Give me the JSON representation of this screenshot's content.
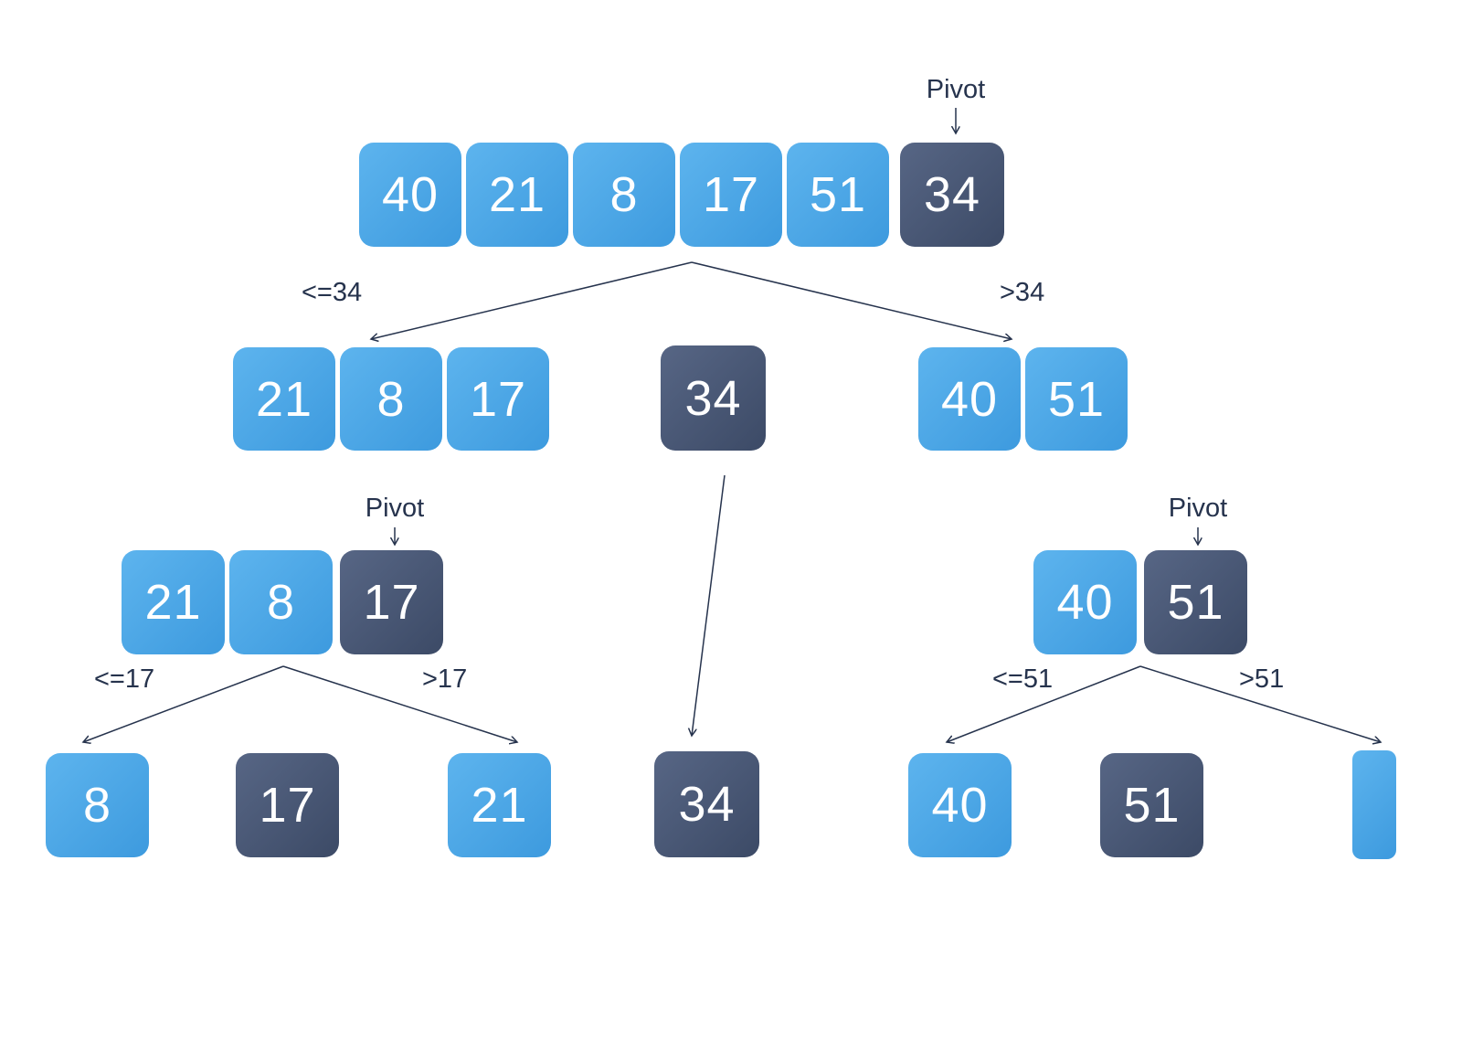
{
  "diagram": {
    "labels": {
      "pivot1": "Pivot",
      "pivot2": "Pivot",
      "pivot3": "Pivot",
      "branch_le34": "<=34",
      "branch_gt34": ">34",
      "branch_le17": "<=17",
      "branch_gt17": ">17",
      "branch_le51": "<=51",
      "branch_gt51": ">51"
    },
    "level1": [
      "40",
      "21",
      "8",
      "17",
      "51",
      "34"
    ],
    "level2_left": [
      "21",
      "8",
      "17"
    ],
    "level2_mid": "34",
    "level2_right": [
      "40",
      "51"
    ],
    "level3_left": [
      "21",
      "8",
      "17"
    ],
    "level3_right": [
      "40",
      "51"
    ],
    "level4": {
      "c1": "8",
      "c2": "17",
      "c3": "21",
      "c4": "34",
      "c5": "40",
      "c6": "51"
    }
  },
  "colors": {
    "light_blue": "#459fe2",
    "dark_slate": "#46536f",
    "line": "#26334d",
    "text_on_box": "#ffffff"
  }
}
